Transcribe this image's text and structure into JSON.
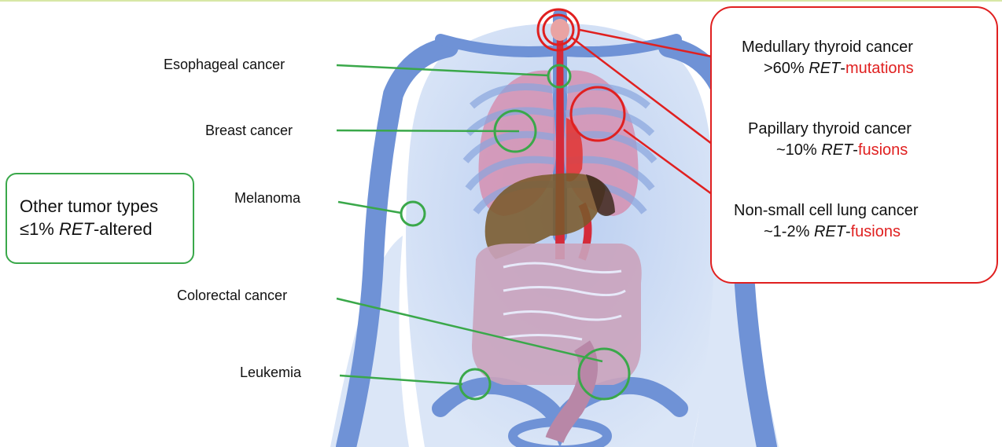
{
  "organ_labels": {
    "esophageal": "Esophageal cancer",
    "breast": "Breast cancer",
    "melanoma": "Melanoma",
    "colorectal": "Colorectal cancer",
    "leukemia": "Leukemia"
  },
  "other_box": {
    "line1": "Other tumor types",
    "line2_prefix": "≤1% ",
    "line2_gene": "RET",
    "line2_suffix": "-altered"
  },
  "ret_box": {
    "items": [
      {
        "title": "Medullary thyroid cancer",
        "prefix": ">60% ",
        "gene": "RET",
        "dash": "-",
        "alteration": "mutations"
      },
      {
        "title": "Papillary thyroid cancer",
        "prefix": "~10% ",
        "gene": "RET",
        "dash": "-",
        "alteration": "fusions"
      },
      {
        "title": "Non-small cell lung cancer",
        "prefix": "~1-2% ",
        "gene": "RET",
        "dash": "-",
        "alteration": "fusions"
      }
    ]
  },
  "colors": {
    "green": "#3aa84a",
    "red": "#e02020",
    "body": "#7f9fd8",
    "organ": "#c77a99"
  }
}
